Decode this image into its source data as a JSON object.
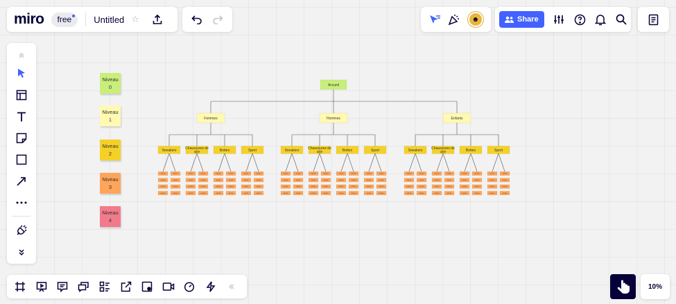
{
  "app": {
    "logo": "miro",
    "plan": "free",
    "board_title": "Untitled",
    "share_label": "Share",
    "zoom_level": "10%"
  },
  "colors": {
    "accent": "#4262ff",
    "niveau0": "#c9ef7a",
    "niveau1": "#fff9b1",
    "niveau2": "#f5d128",
    "niveau3": "#ffa55a",
    "niveau4": "#f27a8d"
  },
  "icons": {
    "top_left": [
      "star-icon",
      "export-icon"
    ],
    "undo": [
      "undo-icon",
      "redo-icon"
    ],
    "collab": [
      "cursor-follow-icon",
      "celebrate-icon",
      "user-avatar"
    ],
    "share_bar": [
      "share-people-icon",
      "settings-sliders-icon",
      "help-icon",
      "bell-icon",
      "search-icon"
    ],
    "notes": "notes-icon",
    "left_toolbar": [
      "collapse-up-icon",
      "select-cursor-icon",
      "templates-icon",
      "text-icon",
      "sticky-note-icon",
      "shape-icon",
      "arrow-icon",
      "more-icon",
      "plugins-icon",
      "expand-down-icon"
    ],
    "bottom_toolbar": [
      "frame-icon",
      "presentation-icon",
      "comment-icon",
      "chat-icon",
      "cards-icon",
      "embed-icon",
      "screen-share-icon",
      "video-icon",
      "timer-icon",
      "activity-icon",
      "collapse-left-icon"
    ],
    "hand": "hand-tool-icon"
  },
  "legend": [
    {
      "label": "Niveau",
      "value": "0",
      "color": "#c9ef7a"
    },
    {
      "label": "Niveau",
      "value": "1",
      "color": "#fff9b1"
    },
    {
      "label": "Niveau",
      "value": "2",
      "color": "#f5d128"
    },
    {
      "label": "Niveau",
      "value": "3",
      "color": "#ffa55a"
    },
    {
      "label": "Niveau",
      "value": "4",
      "color": "#f27a8d"
    }
  ],
  "sitemap": {
    "root": "Accueil",
    "sections": [
      {
        "label": "Femmes",
        "children": [
          "Sneakers",
          "Chaussures de ville",
          "Bottes",
          "Sport"
        ]
      },
      {
        "label": "Hommes",
        "children": [
          "Sneakers",
          "Chaussures de ville",
          "Bottes",
          "Sport"
        ]
      },
      {
        "label": "Enfants",
        "children": [
          "Sneakers",
          "Chaussures de ville",
          "Bottes",
          "Sport"
        ]
      }
    ],
    "leaf_rows": 4,
    "leaf_cols": 2
  }
}
